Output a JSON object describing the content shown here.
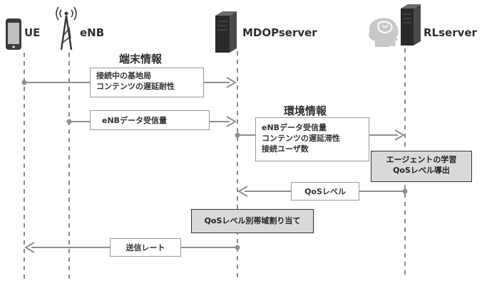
{
  "actors": {
    "ue": "UE",
    "enb": "eNB",
    "mdop": "MDOPserver",
    "rl": "RLserver"
  },
  "sections": {
    "terminal_info": "端末情報",
    "env_info": "環境情報"
  },
  "messages": {
    "m1": [
      "接続中の基地局",
      "コンテンツの遅延耐性"
    ],
    "m2": "eNBデータ受信量",
    "m3": [
      "eNBデータ受信量",
      "コンテンツの遅延滞性",
      "接続ユーザ数"
    ],
    "m4": "QoSレベル",
    "m5": "送信レート"
  },
  "processes": {
    "rl_learning": [
      "エージェントの学習",
      "QoSレベル導出"
    ],
    "mdop_allocation": "QoSレベル別帯域割り当て"
  },
  "icons": {
    "ue": "smartphone-icon",
    "enb": "antenna-tower-icon",
    "mdop": "server-icon",
    "rl_brain": "brain-head-icon",
    "rl_server": "server-icon"
  }
}
